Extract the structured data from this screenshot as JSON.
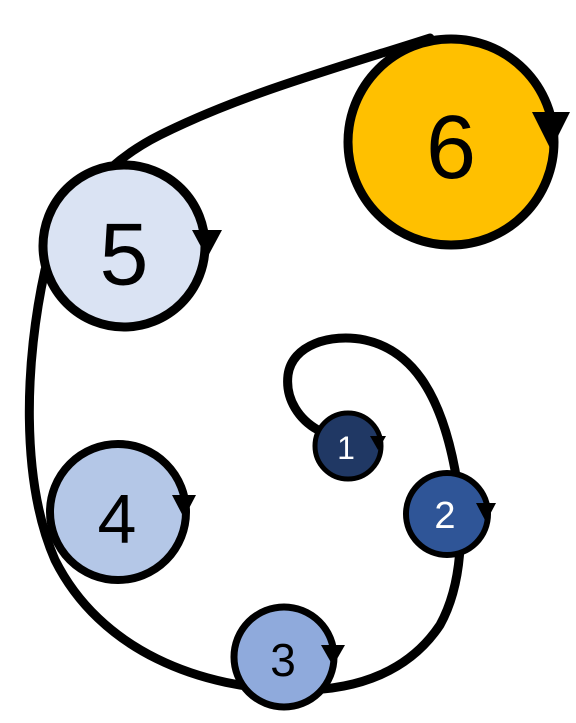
{
  "nodes": [
    {
      "id": "1",
      "label": "1",
      "fill": "#203864",
      "text_color": "#ffffff"
    },
    {
      "id": "2",
      "label": "2",
      "fill": "#2f5597",
      "text_color": "#ffffff"
    },
    {
      "id": "3",
      "label": "3",
      "fill": "#8faadc",
      "text_color": "#000000"
    },
    {
      "id": "4",
      "label": "4",
      "fill": "#b4c7e7",
      "text_color": "#000000"
    },
    {
      "id": "5",
      "label": "5",
      "fill": "#dae3f3",
      "text_color": "#000000"
    },
    {
      "id": "6",
      "label": "6",
      "fill": "#ffc000",
      "text_color": "#000000"
    }
  ],
  "stroke_color": "#000000",
  "background": "#ffffff"
}
